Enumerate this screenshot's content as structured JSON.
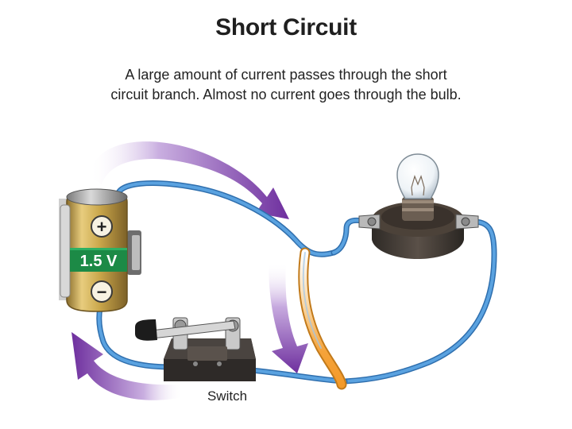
{
  "title": "Short Circuit",
  "description": {
    "line1": "A large amount of current passes through the short",
    "line2": "circuit branch. Almost no current goes through the bulb."
  },
  "battery": {
    "voltage_label": "1.5 V",
    "positive_symbol": "+",
    "negative_symbol": "−"
  },
  "switch": {
    "label": "Switch"
  },
  "colors": {
    "wire": "#4a8fd0",
    "short_branch": "#f5a33a",
    "current_arrow": "#7c3fa8",
    "battery_gold": "#c9a64a",
    "label_band": "#1c8a46"
  }
}
